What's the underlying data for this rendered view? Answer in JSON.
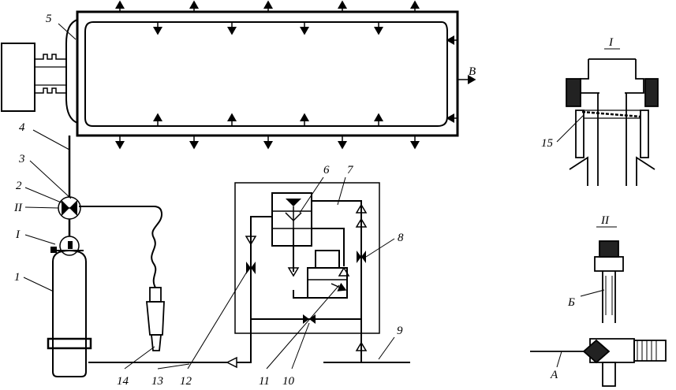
{
  "diagram": {
    "labels": {
      "n1": "1",
      "n2": "2",
      "n3": "3",
      "n4": "4",
      "n5": "5",
      "n6": "6",
      "n7": "7",
      "n8": "8",
      "n9": "9",
      "n10": "10",
      "n11": "11",
      "n12": "12",
      "n13": "13",
      "n14": "14",
      "n15": "15",
      "r1": "I",
      "r2": "II",
      "detail1_title": "I",
      "detail2_title": "II",
      "outlet_B": "В",
      "detail_A": "А",
      "detail_B": "Б"
    }
  }
}
